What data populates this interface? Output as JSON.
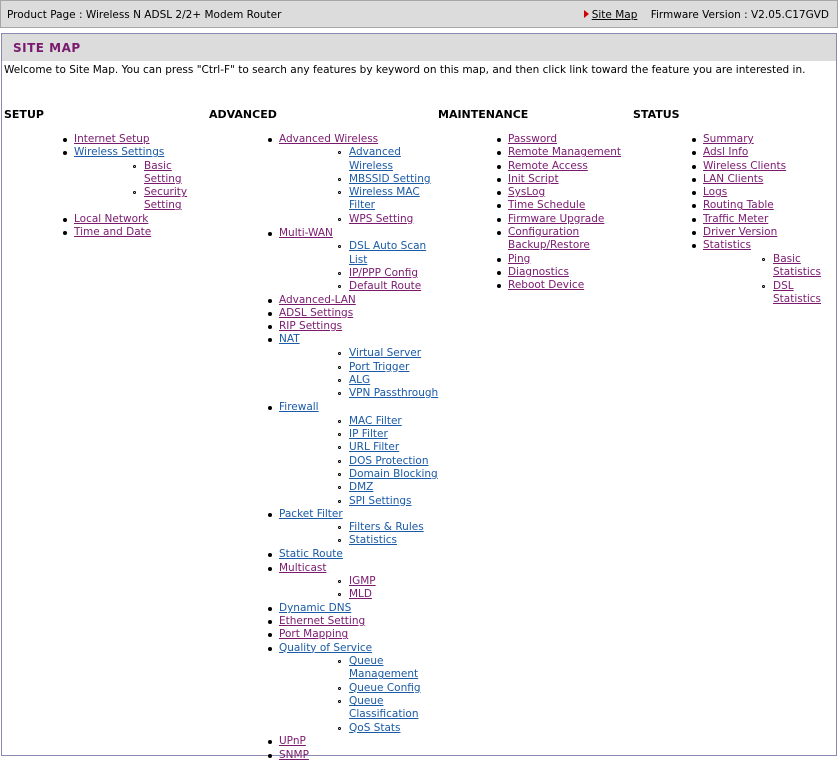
{
  "topbar": {
    "product": "Product Page : Wireless N ADSL 2/2+ Modem Router",
    "site_map_link": "Site Map",
    "firmware_label": "Firmware Version :",
    "firmware_value": "V2.05.C17GVD"
  },
  "page_title": "SITE MAP",
  "welcome": "Welcome to Site Map. You can press \"Ctrl-F\" to search any features by keyword on this map, and then click link toward the feature you are interested in.",
  "columns": {
    "setup": {
      "title": "SETUP",
      "items": [
        "Internet Setup",
        "Wireless Settings",
        "Basic Setting",
        "Security Setting",
        "Local Network",
        "Time and Date"
      ]
    },
    "advanced": {
      "title": "ADVANCED",
      "items": [
        "Advanced Wireless",
        "Advanced Wireless",
        "MBSSID Setting",
        "Wireless MAC Filter",
        "WPS Setting",
        "Multi-WAN",
        "DSL Auto Scan List",
        "IP/PPP Config",
        "Default Route",
        "Advanced-LAN",
        "ADSL Settings",
        "RIP Settings",
        "NAT",
        "Virtual Server",
        "Port Trigger",
        "ALG",
        "VPN Passthrough",
        "Firewall",
        "MAC Filter",
        "IP Filter",
        "URL Filter",
        "DOS Protection",
        "Domain Blocking",
        "DMZ",
        "SPI Settings",
        "Packet Filter",
        "Filters & Rules",
        "Statistics",
        "Static Route",
        "Multicast",
        "IGMP",
        "MLD",
        "Dynamic DNS",
        "Ethernet Setting",
        "Port Mapping",
        "Quality of Service",
        "Queue Management",
        "Queue Config",
        "Queue Classification",
        "QoS Stats",
        "UPnP",
        "SNMP"
      ]
    },
    "maintenance": {
      "title": "MAINTENANCE",
      "items": [
        "Password",
        "Remote Management",
        "Remote Access",
        "Init Script",
        "SysLog",
        "Time Schedule",
        "Firmware Upgrade",
        "Configuration Backup/Restore",
        "Ping",
        "Diagnostics",
        "Reboot Device"
      ]
    },
    "status": {
      "title": "STATUS",
      "items": [
        "Summary",
        "Adsl Info",
        "Wireless Clients",
        "LAN Clients",
        "Logs",
        "Routing Table",
        "Traffic Meter",
        "Driver Version",
        "Statistics",
        "Basic Statistics",
        "DSL Statistics"
      ]
    }
  }
}
